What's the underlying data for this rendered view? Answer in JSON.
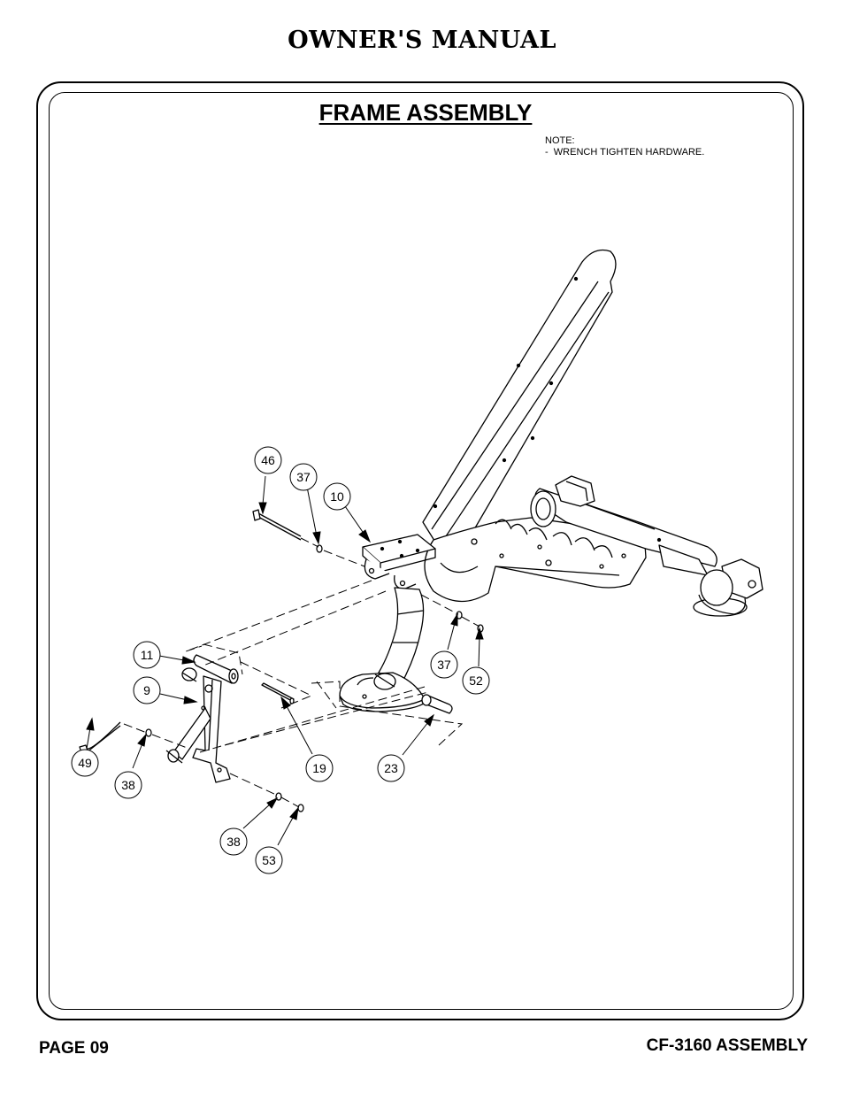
{
  "header": {
    "title": "OWNER'S MANUAL"
  },
  "section": {
    "title": "FRAME ASSEMBLY"
  },
  "note": {
    "heading": "NOTE:",
    "line1": "-  WRENCH TIGHTEN HARDWARE."
  },
  "callouts": [
    "46",
    "37",
    "10",
    "11",
    "9",
    "49",
    "38",
    "37",
    "52",
    "19",
    "23",
    "38",
    "53"
  ],
  "footer": {
    "page": "PAGE 09",
    "model": "CF-3160 ASSEMBLY"
  }
}
